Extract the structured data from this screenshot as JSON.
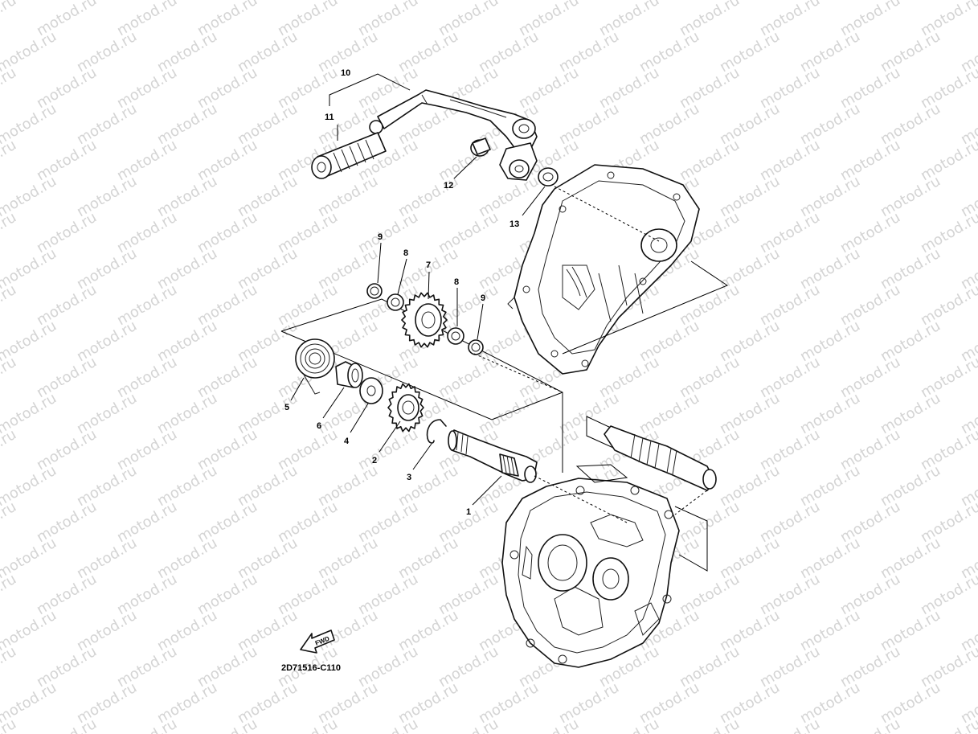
{
  "watermark": {
    "text": "motod.ru"
  },
  "callouts": {
    "c1": "1",
    "c2": "2",
    "c3": "3",
    "c4": "4",
    "c5": "5",
    "c6": "6",
    "c7": "7",
    "c8a": "8",
    "c8b": "8",
    "c9a": "9",
    "c9b": "9",
    "c10": "10",
    "c11": "11",
    "c12": "12",
    "c13": "13"
  },
  "fwd_label": "FWD",
  "diagram_code": "2D71516-C110"
}
